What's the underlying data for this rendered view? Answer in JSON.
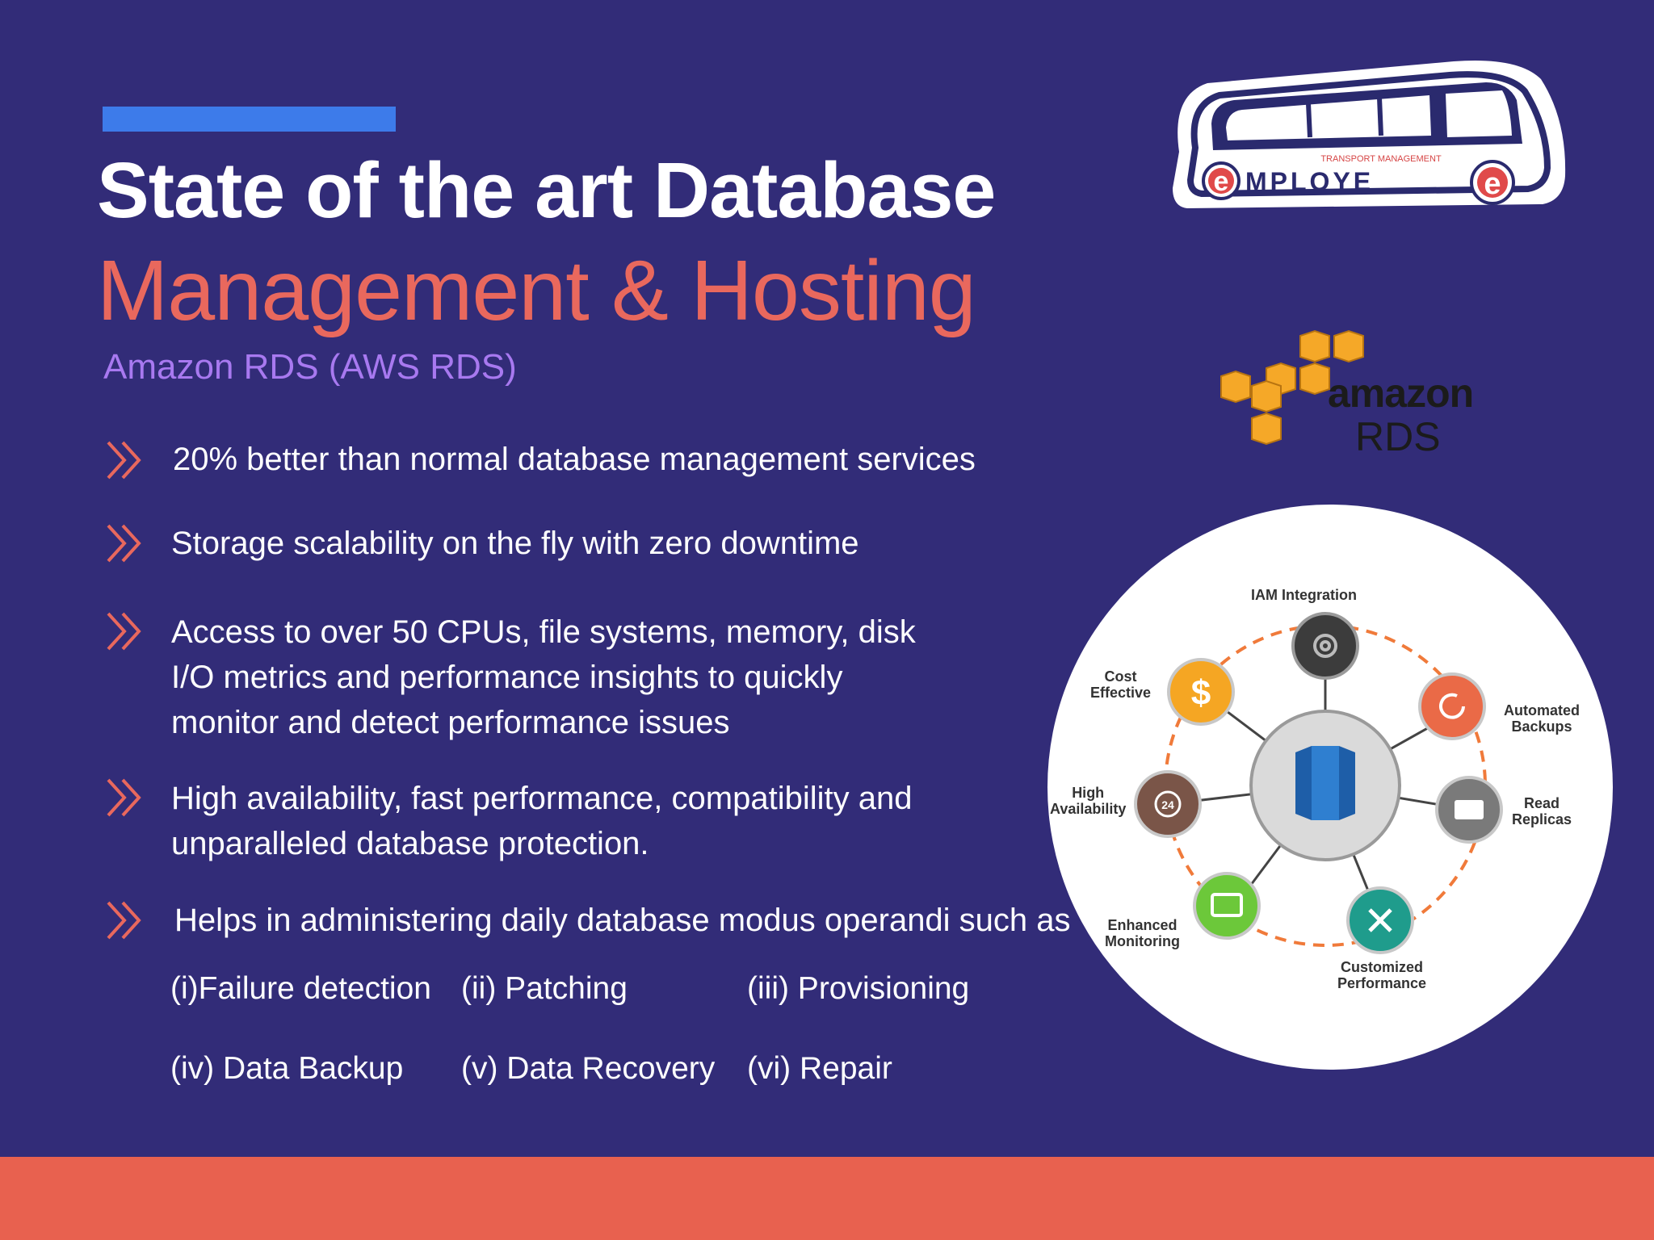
{
  "header": {
    "title_line1": "State of the art Database",
    "title_line2": "Management & Hosting",
    "subtitle": "Amazon RDS (AWS RDS)"
  },
  "bullets": [
    {
      "lines": [
        "20% better than normal database management services"
      ]
    },
    {
      "lines": [
        "Storage scalability on the fly with zero downtime"
      ]
    },
    {
      "lines": [
        "Access to over 50 CPUs, file systems, memory, disk",
        "I/O metrics and performance insights to quickly",
        "monitor and detect performance issues"
      ]
    },
    {
      "lines": [
        "High availability, fast performance, compatibility and",
        "unparalleled database protection."
      ]
    },
    {
      "lines": [
        "Helps in administering daily database modus operandi such as"
      ]
    }
  ],
  "operations": [
    "(i)Failure detection",
    "(ii) Patching",
    "(iii) Provisioning",
    "(iv) Data Backup",
    "(v) Data Recovery",
    "(vi) Repair"
  ],
  "bus_logo": {
    "tagline": "TRANSPORT MANAGEMENT",
    "brand_left": "e",
    "brand_middle": "MPLOYE",
    "brand_right": "e"
  },
  "aws_logo": {
    "word": "amazon",
    "product": "RDS"
  },
  "diagram": {
    "nodes": [
      {
        "label": [
          "IAM Integration"
        ],
        "icon": "gear-icon",
        "color": "#3c3c3c"
      },
      {
        "label": [
          "Automated",
          "Backups"
        ],
        "icon": "refresh-icon",
        "color": "#ea6a47"
      },
      {
        "label": [
          "Read",
          "Replicas"
        ],
        "icon": "book-icon",
        "color": "#7a7a7a"
      },
      {
        "label": [
          "Customized",
          "Performance"
        ],
        "icon": "tools-icon",
        "color": "#1f9c8c"
      },
      {
        "label": [
          "Enhanced",
          "Monitoring"
        ],
        "icon": "monitor-icon",
        "color": "#6cc83a"
      },
      {
        "label": [
          "High",
          "Availability"
        ],
        "icon": "clock-24-icon",
        "color": "#7a5548"
      },
      {
        "label": [
          "Cost",
          "Effective"
        ],
        "icon": "dollar-icon",
        "color": "#f5a623"
      }
    ],
    "center_icon": "database-icon",
    "availability_badge": "24"
  },
  "colors": {
    "background": "#322c78",
    "accent_bar": "#3d7bea",
    "title_highlight": "#e9685d",
    "subtitle": "#a879f0",
    "bullet_chevron": "#e9685d",
    "footer": "#e8614f"
  }
}
